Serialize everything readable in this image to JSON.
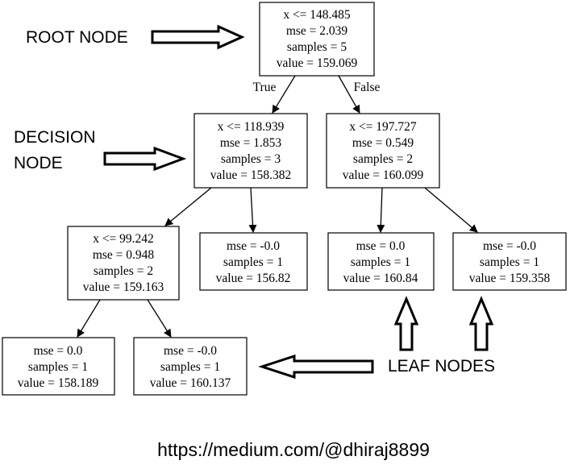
{
  "tree": {
    "nodes": {
      "root": {
        "lines": [
          "x <= 148.485",
          "mse = 2.039",
          "samples = 5",
          "value = 159.069"
        ]
      },
      "left": {
        "lines": [
          "x <= 118.939",
          "mse = 1.853",
          "samples = 3",
          "value = 158.382"
        ]
      },
      "right": {
        "lines": [
          "x <= 197.727",
          "mse = 0.549",
          "samples = 2",
          "value = 160.099"
        ]
      },
      "left_left": {
        "lines": [
          "x <= 99.242",
          "mse = 0.948",
          "samples = 2",
          "value = 159.163"
        ]
      },
      "left_right": {
        "lines": [
          "mse = -0.0",
          "samples = 1",
          "value = 156.82"
        ]
      },
      "right_left": {
        "lines": [
          "mse = 0.0",
          "samples = 1",
          "value = 160.84"
        ]
      },
      "right_right": {
        "lines": [
          "mse = -0.0",
          "samples = 1",
          "value = 159.358"
        ]
      },
      "left_left_left": {
        "lines": [
          "mse = 0.0",
          "samples = 1",
          "value = 158.189"
        ]
      },
      "left_left_right": {
        "lines": [
          "mse = -0.0",
          "samples = 1",
          "value = 160.137"
        ]
      }
    },
    "edge_labels": {
      "true": "True",
      "false": "False"
    }
  },
  "annotations": {
    "root_node": "ROOT NODE",
    "decision_node_line1": "DECISION",
    "decision_node_line2": "NODE",
    "leaf_nodes": "LEAF NODES"
  },
  "credit": "https://medium.com/@dhiraj8899"
}
